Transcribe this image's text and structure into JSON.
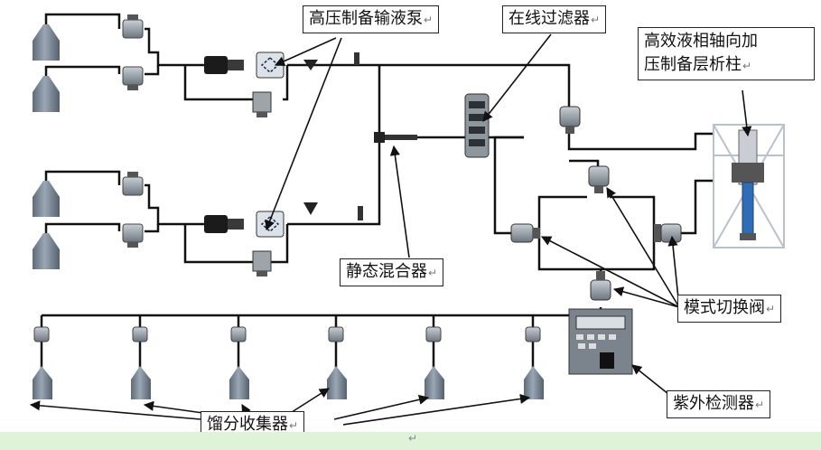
{
  "labels": {
    "pump": "高压制备输液泵",
    "filter": "在线过滤器",
    "column_line1": "高效液相轴向加",
    "column_line2": "压制备层析柱",
    "mixer": "静态混合器",
    "valve": "模式切换阀",
    "detector": "紫外检测器",
    "collector": "馏分收集器",
    "para_mark": "↵"
  },
  "colors": {
    "pipe": "#111111",
    "tank": "#7c8896",
    "column_packing": "#2f6db8",
    "strip": "#dff3d9"
  }
}
